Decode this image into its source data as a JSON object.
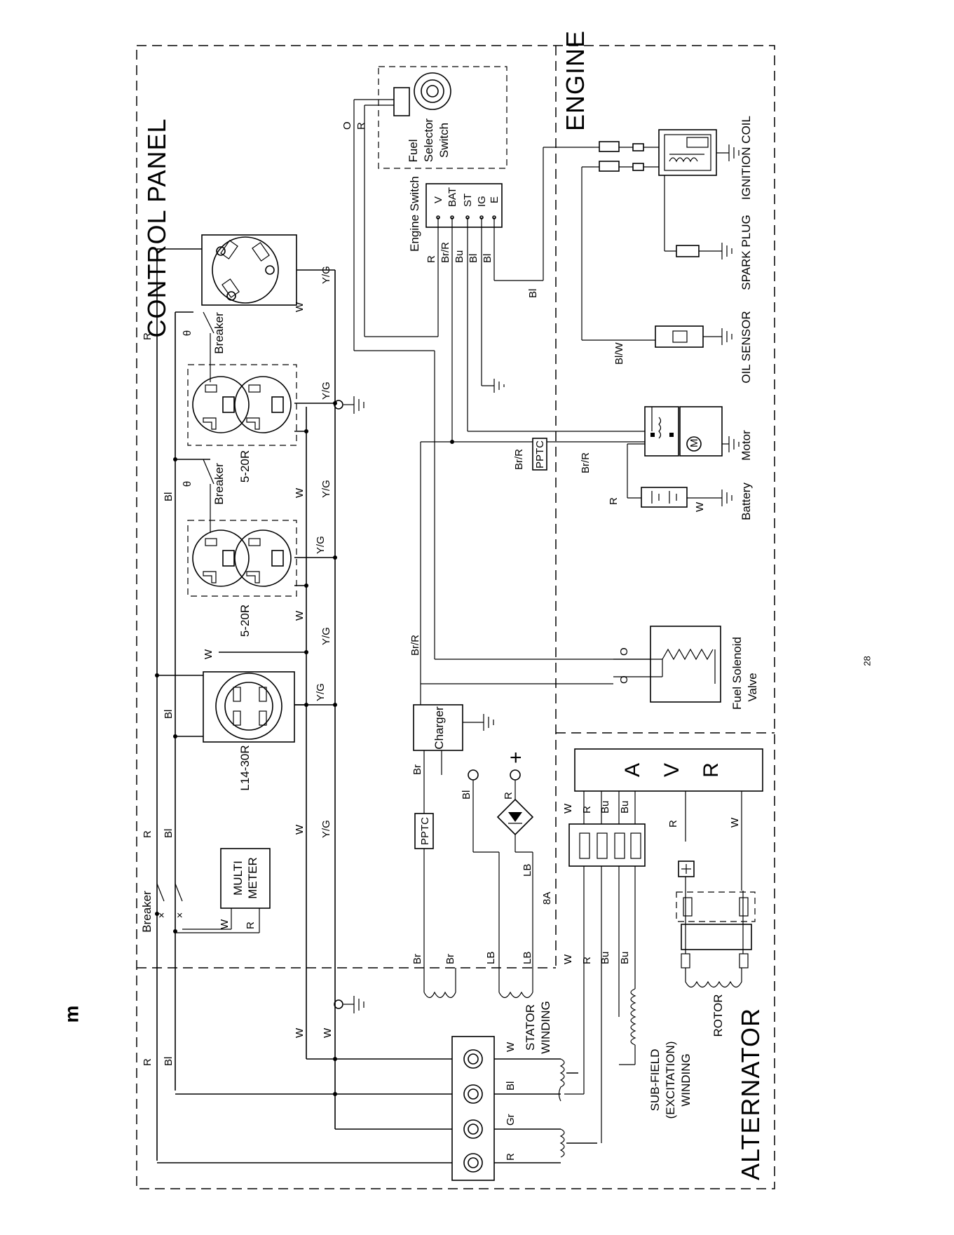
{
  "page": {
    "letter": "m",
    "number": "28"
  },
  "sections": {
    "control_panel": "CONTROL PANEL",
    "engine": "ENGINE",
    "alternator": "ALTERNATOR"
  },
  "components": {
    "fuel_selector": [
      "Fuel",
      "Selector",
      "Switch"
    ],
    "engine_switch": "Engine Switch",
    "engine_switch_terminals": [
      "V",
      "BAT",
      "ST",
      "IG",
      "E"
    ],
    "ignition_coil": "IGNITION COIL",
    "spark_plug": "SPARK PLUG",
    "oil_sensor": "OIL SENSOR",
    "motor": "Motor",
    "motor_symbol": "M",
    "battery": "Battery",
    "fuel_solenoid": [
      "Fuel Solenoid",
      "Valve"
    ],
    "charger": "Charger",
    "ppt_c": "PPTC",
    "avr": [
      "A",
      "V",
      "R"
    ],
    "rotor": "ROTOR",
    "stator": [
      "STATOR",
      "WINDING"
    ],
    "subfield": [
      "SUB-FIELD",
      "(EXCITATION)",
      "WINDING"
    ],
    "multimeter": [
      "MULTI",
      "METER"
    ],
    "breaker": "Breaker",
    "receptacle_5_20r": "5-20R",
    "receptacle_l14_30r": "L14-30R",
    "fuse_8a": "8A",
    "plus": "+"
  },
  "wire_colors": {
    "R": "R",
    "Bl": "Bl",
    "W": "W",
    "YG": "Y/G",
    "Br": "Br",
    "BrR": "Br/R",
    "Bu": "Bu",
    "LB": "LB",
    "Gr": "Gr",
    "O": "O",
    "BlW": "Bl/W"
  }
}
